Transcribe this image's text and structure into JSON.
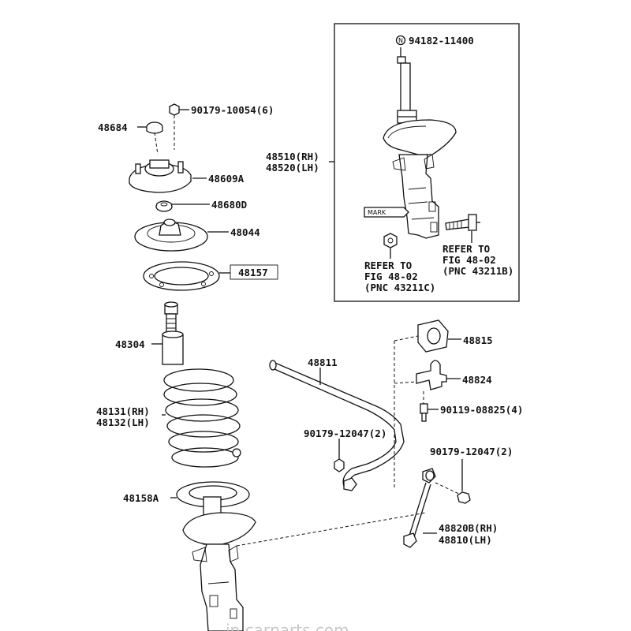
{
  "labels": {
    "inset_bolt": "94182-11400",
    "strut_rh": "48510(RH)",
    "strut_lh": "48520(LH)",
    "mark": "MARK",
    "refer_a_1": "REFER TO",
    "refer_a_2": "FIG 48-02",
    "refer_a_3": "(PNC 43211C)",
    "refer_b_1": "REFER TO",
    "refer_b_2": "FIG 48-02",
    "refer_b_3": "(PNC 43211B)",
    "nut_top": "90179-10054(6)",
    "cap": "48684",
    "support": "48609A",
    "spacer": "48680D",
    "bearing": "48044",
    "insulator": "48157",
    "bumper": "48304",
    "spring_rh": "48131(RH)",
    "spring_lh": "48132(LH)",
    "lower_insulator": "48158A",
    "stabilizer_bar": "48811",
    "bushing": "48815",
    "bracket": "48824",
    "bracket_bolt": "90119-08825(4)",
    "nut_left": "90179-12047(2)",
    "nut_right": "90179-12047(2)",
    "link_rh": "48820B(RH)",
    "link_lh": "48810(LH)"
  },
  "watermark": "jp.carparts.com"
}
